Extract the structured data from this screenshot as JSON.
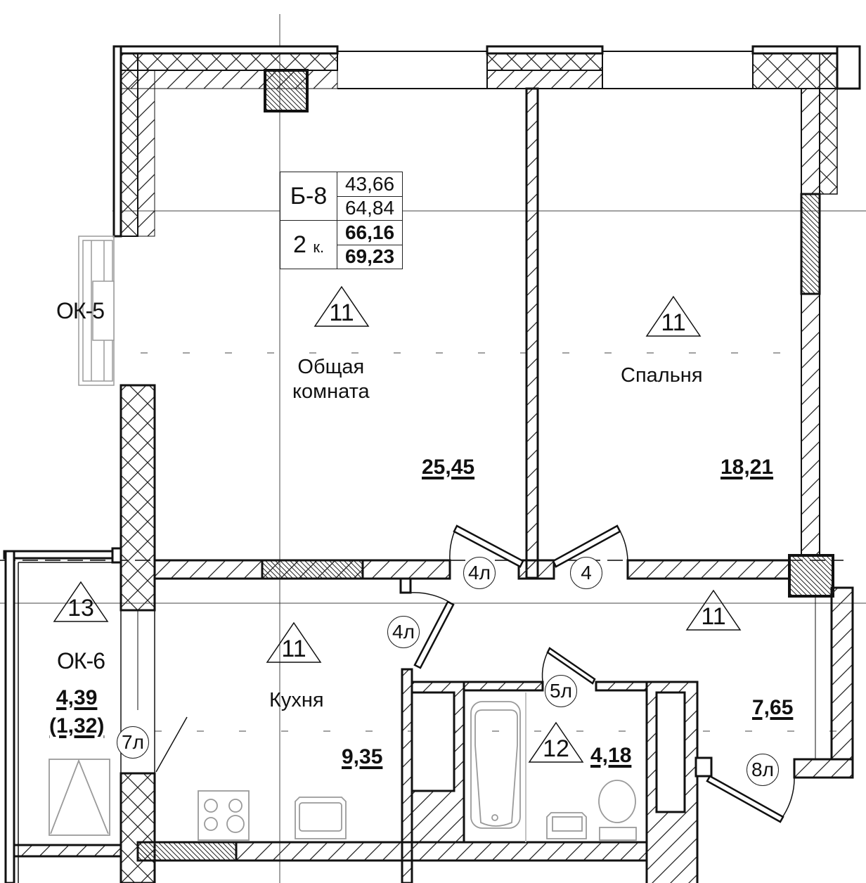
{
  "apartment": {
    "code": "Б-8",
    "rooms_count": "2",
    "rooms_suffix": "к.",
    "living_area": "43,66",
    "total_area": "64,84",
    "total_area_with_loggia_coef": "66,16",
    "total_area_with_loggia_full": "69,23"
  },
  "rooms": [
    {
      "id": "common-room",
      "name_line1": "Общая",
      "name_line2": "комната",
      "area": "25,45",
      "floor_type": "11"
    },
    {
      "id": "bedroom",
      "name_line1": "Спальня",
      "area": "18,21",
      "floor_type": "11"
    },
    {
      "id": "kitchen",
      "name_line1": "Кухня",
      "area": "9,35",
      "floor_type": "11"
    },
    {
      "id": "hallway",
      "area": "7,65",
      "floor_type": "11"
    },
    {
      "id": "bathroom",
      "area": "4,18",
      "floor_type": "12"
    },
    {
      "id": "loggia",
      "window": "ОК-6",
      "area": "4,39",
      "area_coef": "(1,32)",
      "floor_type": "13"
    }
  ],
  "windows": [
    {
      "id": "ok5",
      "label": "ОК-5"
    },
    {
      "id": "ok6",
      "label": "ОК-6"
    }
  ],
  "doors": [
    {
      "id": "d-common",
      "label": "4л"
    },
    {
      "id": "d-bedroom",
      "label": "4"
    },
    {
      "id": "d-kitchen",
      "label": "4л"
    },
    {
      "id": "d-bath",
      "label": "5л"
    },
    {
      "id": "d-loggia",
      "label": "7л"
    },
    {
      "id": "d-entry",
      "label": "8л"
    }
  ],
  "colors": {
    "line": "#111111",
    "fixture": "#9a9a9a",
    "background": "#ffffff"
  }
}
